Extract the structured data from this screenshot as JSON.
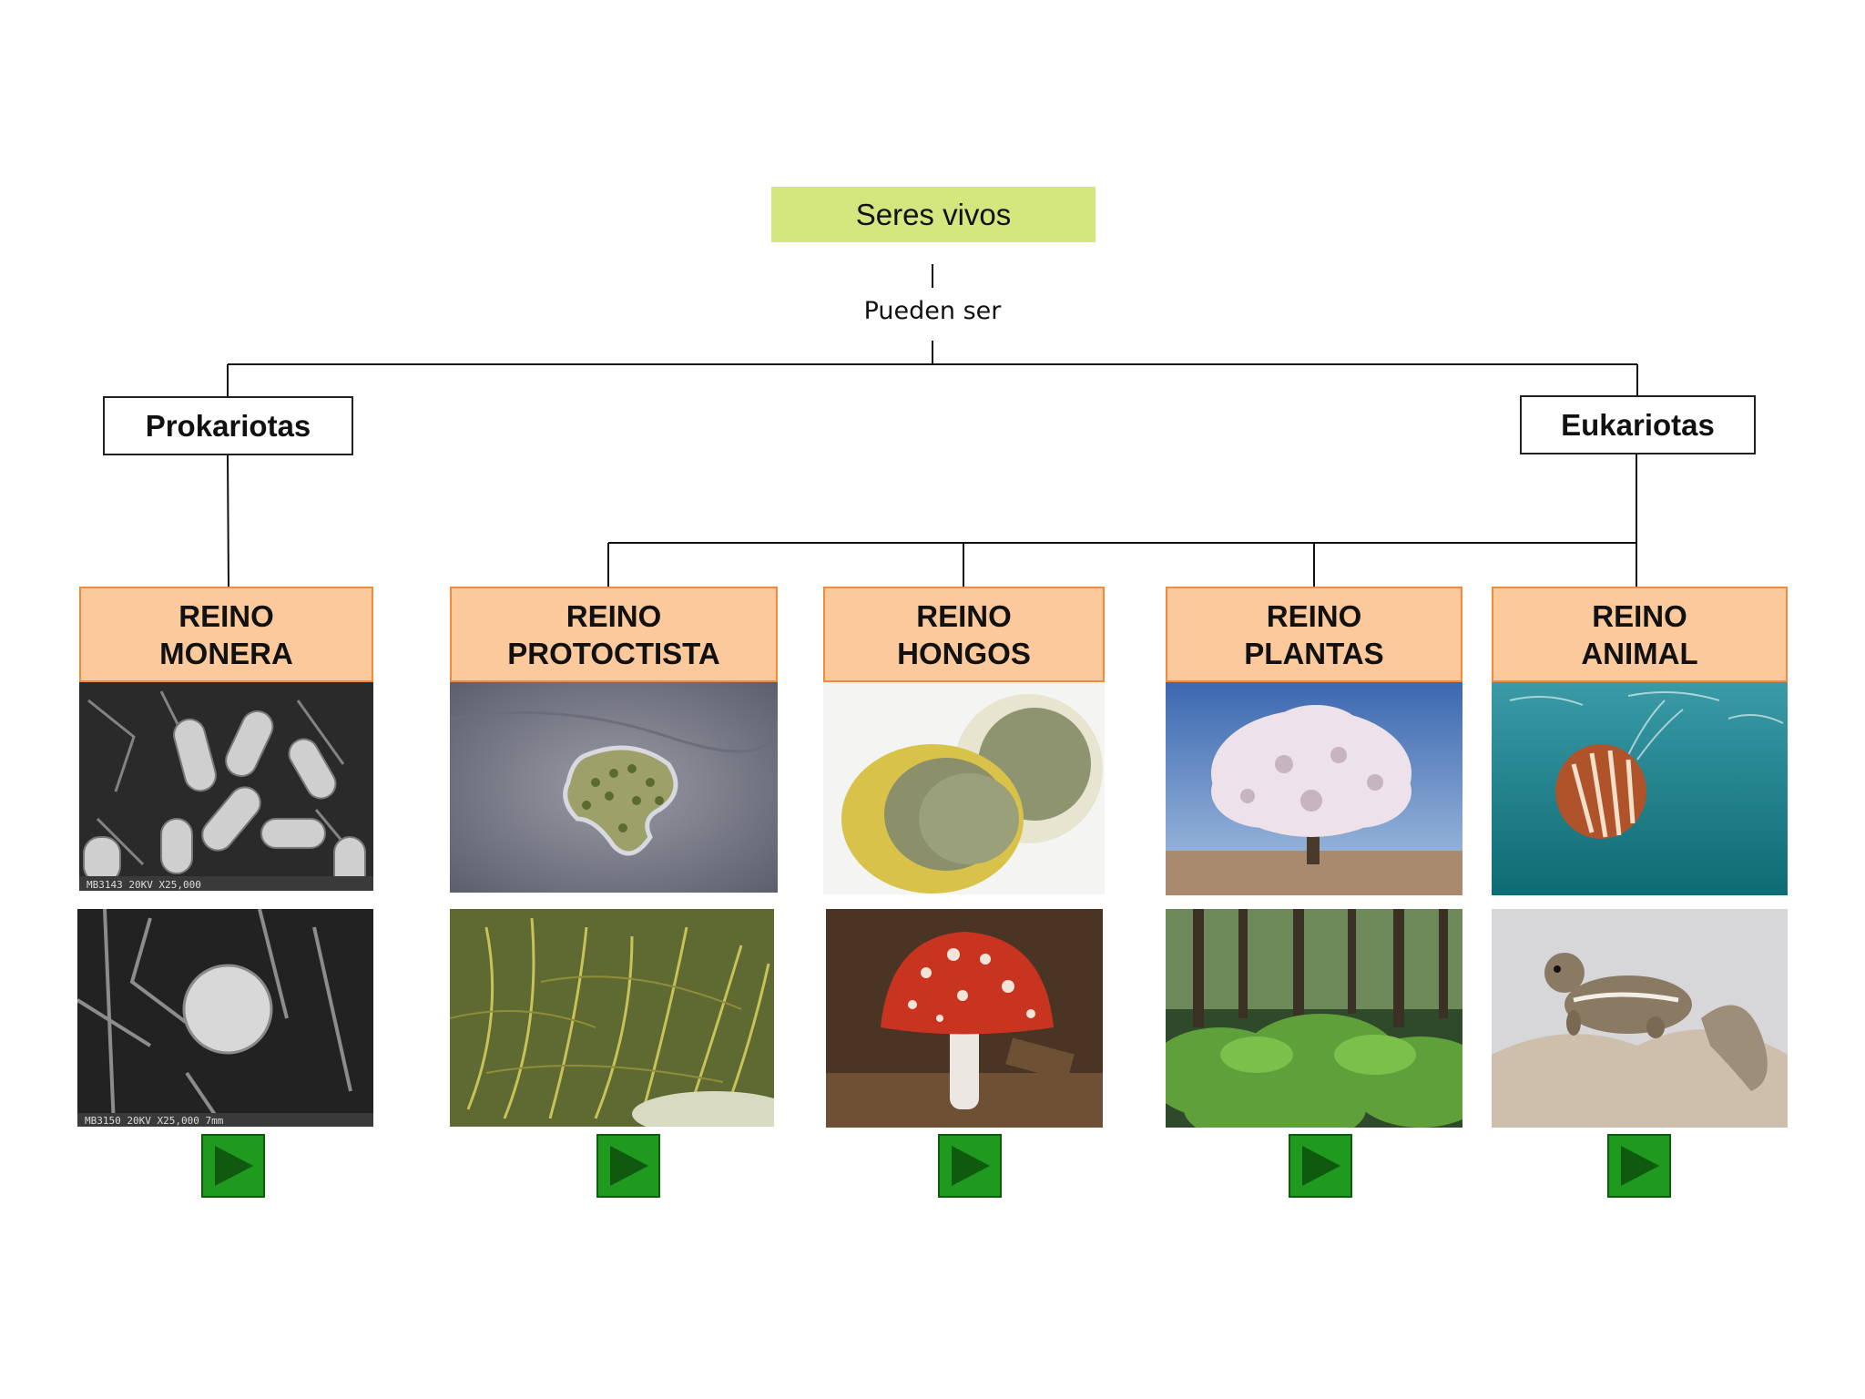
{
  "root": {
    "label": "Seres vivos"
  },
  "linker": {
    "label": "Pueden ser"
  },
  "categories": {
    "prokaryotes": "Prokariotas",
    "eukaryotes": "Eukariotas"
  },
  "kingdoms": [
    {
      "line1": "REINO",
      "line2": "MONERA"
    },
    {
      "line1": "REINO",
      "line2": "PROTOCTISTA"
    },
    {
      "line1": "REINO",
      "line2": "HONGOS"
    },
    {
      "line1": "REINO",
      "line2": "PLANTAS"
    },
    {
      "line1": "REINO",
      "line2": "ANIMAL"
    }
  ],
  "colors": {
    "root_fill": "#d4e67e",
    "kingdom_fill": "#fcc99c",
    "kingdom_border": "#f08a3c",
    "play_button": "#1f9a1f"
  },
  "icons": {
    "play": "play-icon"
  }
}
